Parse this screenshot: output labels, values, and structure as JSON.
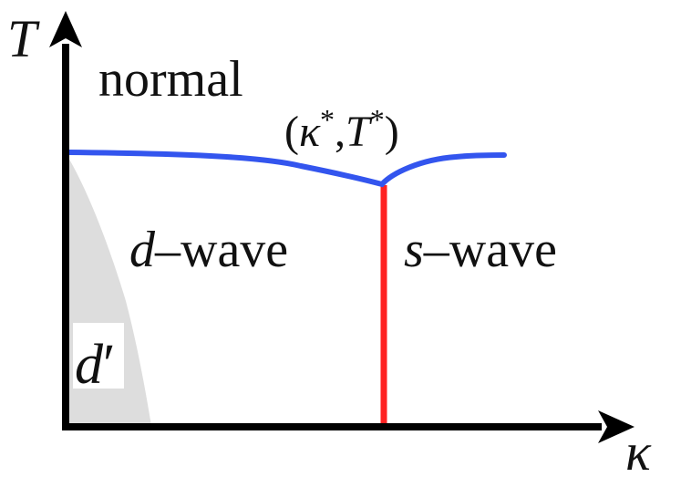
{
  "axes": {
    "x_label": "κ",
    "y_label": "T"
  },
  "regions": {
    "normal": "normal",
    "d_wave": "d–wave",
    "d_wave_italic": "d",
    "d_wave_rest": "–wave",
    "s_wave": "s–wave",
    "s_wave_italic": "s",
    "s_wave_rest": "–wave",
    "d_prime": "d′",
    "d_prime_italic": "d",
    "d_prime_mark": "′"
  },
  "point": {
    "label": "(κ*,T*)",
    "open": "(",
    "kappa": "κ",
    "sep": ",",
    "T": "T",
    "star": "*",
    "close": ")"
  },
  "colors": {
    "axis": "#000000",
    "transition_curve": "#3355ee",
    "boundary_line": "#ff2222",
    "shaded_region": "#dddddd"
  }
}
